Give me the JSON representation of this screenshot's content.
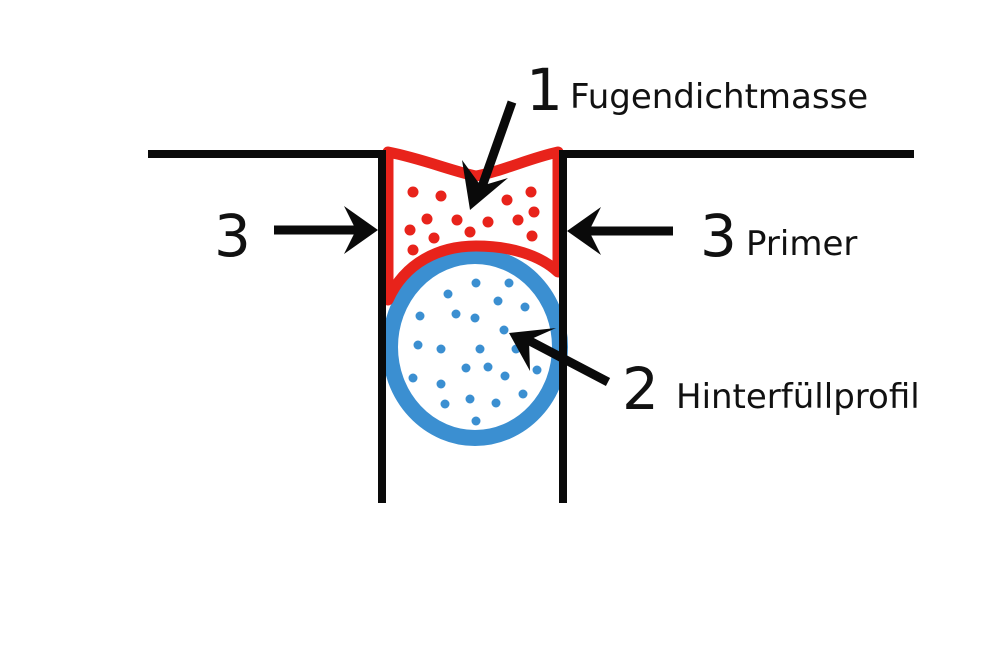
{
  "title": "Fugenaufbau",
  "colors": {
    "outline": "#0a0a0a",
    "sealant": "#e8231b",
    "backer_rod": "#3b8fd1",
    "background": "#ffffff"
  },
  "labels": [
    {
      "id": "sealant",
      "number": "1",
      "text": "Fugendichtmasse"
    },
    {
      "id": "backer-rod",
      "number": "2",
      "text": "Hinterfüllprofil"
    },
    {
      "id": "primer-right",
      "number": "3",
      "text": "Primer"
    },
    {
      "id": "primer-left",
      "number": "3",
      "text": ""
    }
  ]
}
